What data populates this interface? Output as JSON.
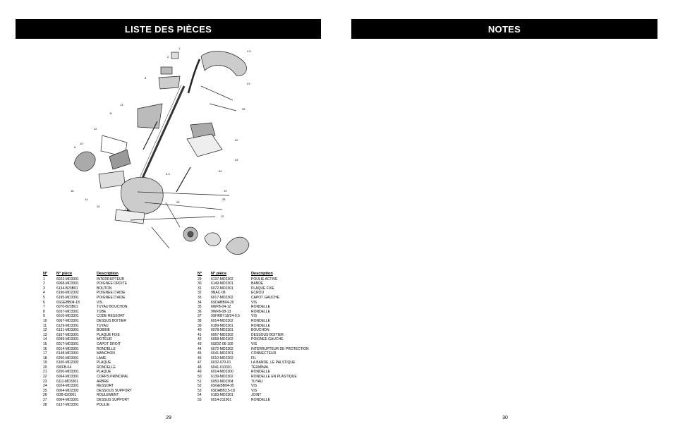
{
  "left_page": {
    "title": "LISTE DES PIÈCES",
    "page_number": "29",
    "table_headers": {
      "no": "N°",
      "part_no": "N° pièce",
      "description": "Description"
    },
    "parts_left": [
      {
        "no": "1",
        "part": "6022-MD3301",
        "desc": "INTERRUPTEUR"
      },
      {
        "no": "2",
        "part": "6068-MD3301",
        "desc": "POIGNEE DROITE"
      },
      {
        "no": "3",
        "part": "6134-B23B01",
        "desc": "BOUTON"
      },
      {
        "no": "4",
        "part": "6196-MD2302",
        "desc": "POIGNEE D'AIDE"
      },
      {
        "no": "5",
        "part": "6195-MD3301",
        "desc": "POIGNEE D'AIDE"
      },
      {
        "no": "6",
        "part": "6SGEBB04-18",
        "desc": "VIS"
      },
      {
        "no": "7",
        "part": "6070-B23B01",
        "desc": "TUYAU BOUCHON"
      },
      {
        "no": "8",
        "part": "6037-MD3301",
        "desc": "TUBE"
      },
      {
        "no": "9",
        "part": "6010-MD3301",
        "desc": "CODE RESSORT"
      },
      {
        "no": "10",
        "part": "6067-MD3301",
        "desc": "DESSUS BOITIER"
      },
      {
        "no": "11",
        "part": "6129-MD3301",
        "desc": "TUYAU"
      },
      {
        "no": "12",
        "part": "6131-MD3301",
        "desc": "BOBINE"
      },
      {
        "no": "13",
        "part": "6167-MD3301",
        "desc": "PLAQUE FIXE"
      },
      {
        "no": "14",
        "part": "6099-MD3301",
        "desc": "MOTEUR"
      },
      {
        "no": "15",
        "part": "6017-MD3301",
        "desc": "CAPOT DROIT"
      },
      {
        "no": "16",
        "part": "6014-MD3301",
        "desc": "RONDELLE"
      },
      {
        "no": "17",
        "part": "6148-MD3301",
        "desc": "MANCHON"
      },
      {
        "no": "18",
        "part": "6250-MD3301",
        "desc": "LAME"
      },
      {
        "no": "19",
        "part": "6100-MD2302",
        "desc": "PLAQUE"
      },
      {
        "no": "20",
        "part": "6WFB-04",
        "desc": "RONDELLE"
      },
      {
        "no": "21",
        "part": "6200-MD3301",
        "desc": "PLAQUE"
      },
      {
        "no": "22",
        "part": "6064-MD3301",
        "desc": "CORPS PRINCIPAL"
      },
      {
        "no": "23",
        "part": "6111-MD3301",
        "desc": "ARBRE"
      },
      {
        "no": "24",
        "part": "6024-MD3301",
        "desc": "RESSORT"
      },
      {
        "no": "25",
        "part": "6004-MD2302",
        "desc": "DESSOUS SUPPORT"
      },
      {
        "no": "26",
        "part": "6DB-620001",
        "desc": "ROULEMENT"
      },
      {
        "no": "27",
        "part": "6004-MD3301",
        "desc": "DESSUS SUPPORT"
      },
      {
        "no": "28",
        "part": "6137-MD3301",
        "desc": "POULIE"
      }
    ],
    "parts_right": [
      {
        "no": "29",
        "part": "6137-MD2302",
        "desc": "POULIE ACTIVE"
      },
      {
        "no": "30",
        "part": "6149-MD2301",
        "desc": "BANDE"
      },
      {
        "no": "31",
        "part": "6072-MD2301",
        "desc": "PLAQUE FIXE"
      },
      {
        "no": "32",
        "part": "9NAC-08",
        "desc": "ECROU"
      },
      {
        "no": "33",
        "part": "6017-MD2302",
        "desc": "CAPOT GAUCHE"
      },
      {
        "no": "34",
        "part": "6SDABB04-20",
        "desc": "VIS"
      },
      {
        "no": "35",
        "part": "6WFB-04-12",
        "desc": "RONDELLE"
      },
      {
        "no": "36",
        "part": "9WFB-08-13",
        "desc": "RONDELLE"
      },
      {
        "no": "37",
        "part": "9SHKBY16/24-0.5",
        "desc": "VIS"
      },
      {
        "no": "38",
        "part": "6014-MD2302",
        "desc": "RONDELLE"
      },
      {
        "no": "39",
        "part": "6189-MD2301",
        "desc": "RONDELLE"
      },
      {
        "no": "40",
        "part": "6078-MD2301",
        "desc": "BOUCHON"
      },
      {
        "no": "41",
        "part": "6067-MD2302",
        "desc": "DESSOUS BOITIER"
      },
      {
        "no": "42",
        "part": "6068-MD2302",
        "desc": "POIGNEE GAUCHE"
      },
      {
        "no": "43",
        "part": "6SIDZ-06-100",
        "desc": "VIS"
      },
      {
        "no": "44",
        "part": "6072-MD2302",
        "desc": "INTERRUPTEUR DE PROTECTION"
      },
      {
        "no": "45",
        "part": "6041-MD2301",
        "desc": "CONNECTEUR"
      },
      {
        "no": "46",
        "part": "6010-MD2302",
        "desc": "FIL"
      },
      {
        "no": "47",
        "part": "6032-070-01",
        "desc": "LA BANDE, LE PALSTIQUE"
      },
      {
        "no": "48",
        "part": "6041-010301",
        "desc": "TERMINAL"
      },
      {
        "no": "49",
        "part": "6014-MD2300",
        "desc": "RONDELLE"
      },
      {
        "no": "50",
        "part": "6139-MD2302",
        "desc": "RONDELLE EN PLASTIQUE"
      },
      {
        "no": "51",
        "part": "6050-MD2304",
        "desc": "TUYAU"
      },
      {
        "no": "52",
        "part": "6SGEBB04-35",
        "desc": "VIS"
      },
      {
        "no": "53",
        "part": "6SDABB3.5-18",
        "desc": "VIS"
      },
      {
        "no": "54",
        "part": "6183-MD2301",
        "desc": "JOINT"
      },
      {
        "no": "55",
        "part": "6014-211901",
        "desc": "RONDELLE"
      }
    ]
  },
  "right_page": {
    "title": "NOTES",
    "page_number": "30"
  },
  "colors": {
    "banner_bg": "#000000",
    "banner_text": "#ffffff",
    "page_bg": "#ffffff"
  }
}
